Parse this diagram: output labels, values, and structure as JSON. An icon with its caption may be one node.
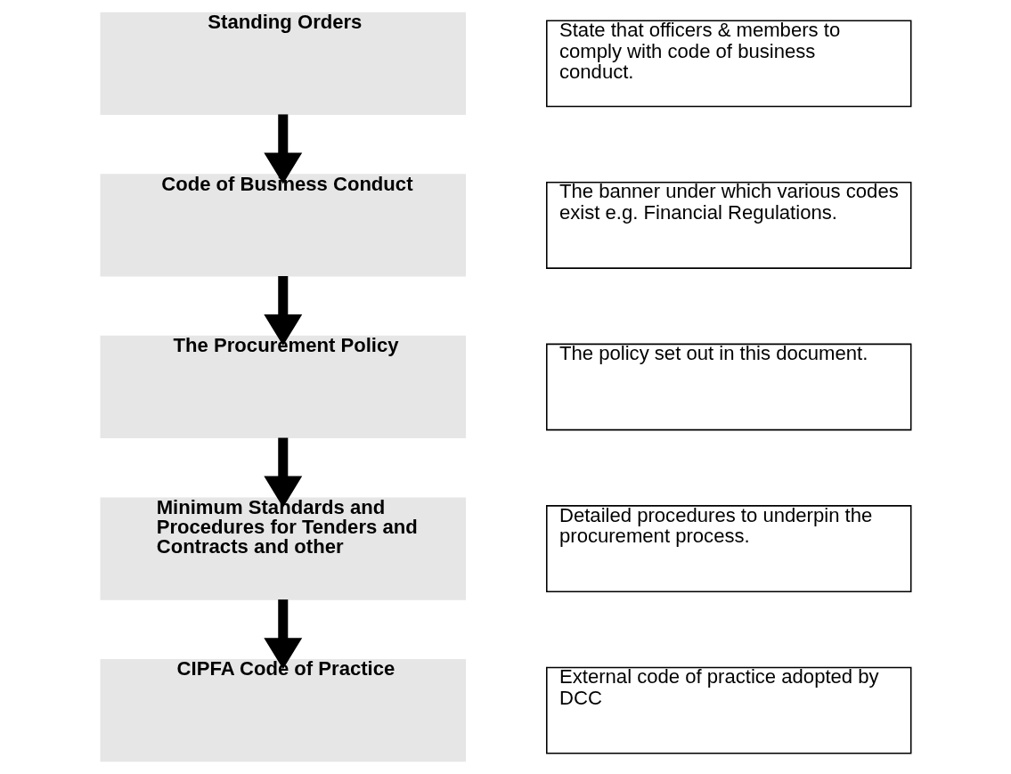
{
  "diagram": {
    "nodes": [
      {
        "text": [
          "Standing Orders"
        ]
      },
      {
        "text": [
          "State that officers & members to comply with code of business conduct."
        ]
      },
      {
        "text": [
          "Code of Business Conduct"
        ]
      },
      {
        "text": [
          "The banner under which various codes exist e.g. Financial Regulations."
        ]
      },
      {
        "text": [
          "The Procurement Policy"
        ]
      },
      {
        "text": [
          "The policy set out in this document."
        ]
      },
      {
        "text": [
          "Minimum Standards and Procedures for Tenders and Contracts and other"
        ]
      },
      {
        "text": [
          "Detailed procedures to underpin the procurement process."
        ]
      },
      {
        "text": [
          "CIPFA Code of Practice"
        ]
      },
      {
        "text": [
          "External code of practice adopted by DCC"
        ]
      }
    ],
    "edges": [
      {
        "from": 0,
        "to": 2,
        "arrow": "to"
      },
      {
        "from": 2,
        "to": 4,
        "arrow": "to"
      },
      {
        "from": 4,
        "to": 6,
        "arrow": "to"
      },
      {
        "from": 6,
        "to": 8,
        "arrow": "to"
      }
    ]
  }
}
